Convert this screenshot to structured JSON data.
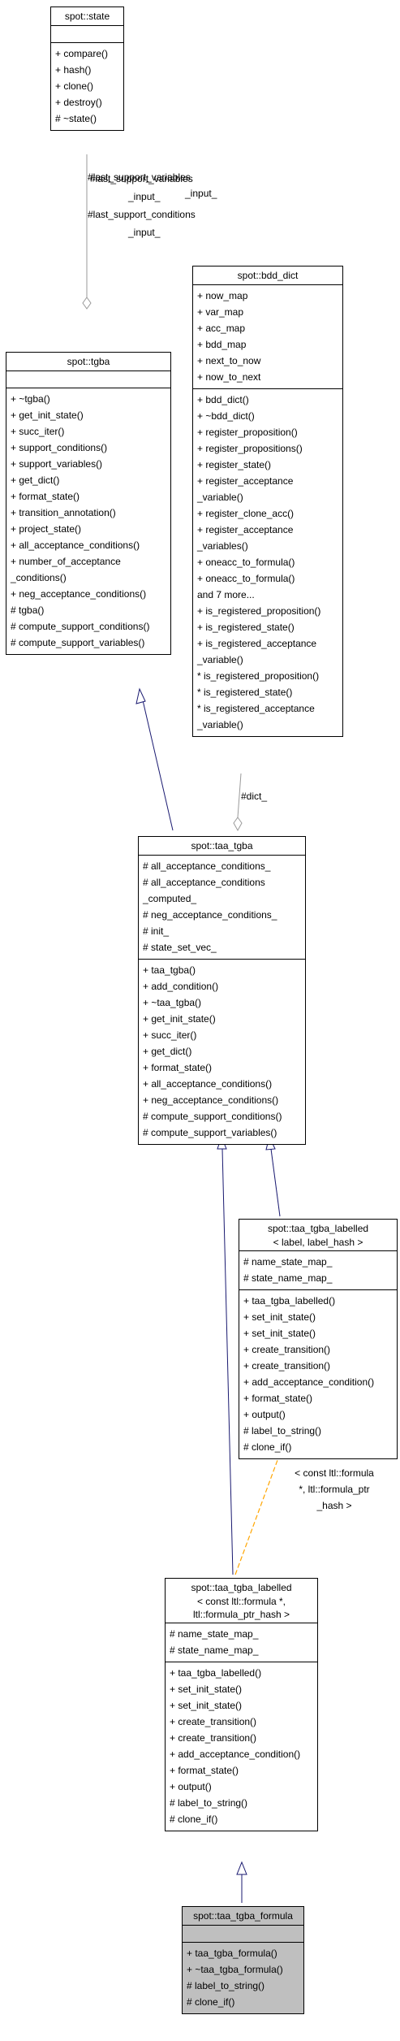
{
  "classes": {
    "spot_state": {
      "title": "spot::state",
      "attributes": [],
      "methods": [
        "+ compare()",
        "+ hash()",
        "+ clone()",
        "+ destroy()",
        "# ~state()"
      ]
    },
    "spot_bdd_dict": {
      "title": "spot::bdd_dict",
      "attributes": [
        "+ now_map",
        "+ var_map",
        "+ acc_map",
        "+ bdd_map",
        "+ next_to_now",
        "+ now_to_next"
      ],
      "methods": [
        "+ bdd_dict()",
        "+ ~bdd_dict()",
        "+ register_proposition()",
        "+ register_propositions()",
        "+ register_state()",
        "+ register_acceptance",
        "_variable()",
        "+ register_clone_acc()",
        "+ register_acceptance",
        "_variables()",
        "+ oneacc_to_formula()",
        "+ oneacc_to_formula()",
        "and 7 more...",
        "+ is_registered_proposition()",
        "+ is_registered_state()",
        "+ is_registered_acceptance",
        "_variable()",
        "* is_registered_proposition()",
        "* is_registered_state()",
        "* is_registered_acceptance",
        "_variable()"
      ]
    },
    "spot_tgba": {
      "title": "spot::tgba",
      "attributes": [],
      "methods": [
        "+ ~tgba()",
        "+ get_init_state()",
        "+ succ_iter()",
        "+ support_conditions()",
        "+ support_variables()",
        "+ get_dict()",
        "+ format_state()",
        "+ transition_annotation()",
        "+ project_state()",
        "+ all_acceptance_conditions()",
        "+ number_of_acceptance",
        "_conditions()",
        "+ neg_acceptance_conditions()",
        "# tgba()",
        "# compute_support_conditions()",
        "# compute_support_variables()"
      ]
    },
    "spot_taa_tgba": {
      "title": "spot::taa_tgba",
      "attributes": [
        "# all_acceptance_conditions_",
        "# all_acceptance_conditions",
        "_computed_",
        "# neg_acceptance_conditions_",
        "# init_",
        "# state_set_vec_"
      ],
      "methods": [
        "+ taa_tgba()",
        "+ add_condition()",
        "+ ~taa_tgba()",
        "+ get_init_state()",
        "+ succ_iter()",
        "+ get_dict()",
        "+ format_state()",
        "+ all_acceptance_conditions()",
        "+ neg_acceptance_conditions()",
        "# compute_support_conditions()",
        "# compute_support_variables()"
      ]
    },
    "spot_taa_tgba_labelled_generic": {
      "title": "spot::taa_tgba_labelled",
      "subtitle": "< label, label_hash >",
      "attributes": [
        "# name_state_map_",
        "# state_name_map_"
      ],
      "methods": [
        "+ taa_tgba_labelled()",
        "+ set_init_state()",
        "+ set_init_state()",
        "+ create_transition()",
        "+ create_transition()",
        "+ add_acceptance_condition()",
        "+ format_state()",
        "+ output()",
        "# label_to_string()",
        "# clone_if()"
      ]
    },
    "spot_taa_tgba_labelled_ltl": {
      "title": "spot::taa_tgba_labelled",
      "subtitle": "< const ltl::formula *,",
      "subtitle2": "ltl::formula_ptr_hash >",
      "attributes": [
        "# name_state_map_",
        "# state_name_map_"
      ],
      "methods": [
        "+ taa_tgba_labelled()",
        "+ set_init_state()",
        "+ set_init_state()",
        "+ create_transition()",
        "+ create_transition()",
        "+ add_acceptance_condition()",
        "+ format_state()",
        "+ output()",
        "# label_to_string()",
        "# clone_if()"
      ]
    },
    "spot_taa_tgba_formula": {
      "title": "spot::taa_tgba_formula",
      "attributes": [],
      "methods": [
        "+ taa_tgba_formula()",
        "+ ~taa_tgba_formula()",
        "# label_to_string()",
        "# clone_if()"
      ]
    }
  },
  "edge_labels": {
    "state_to_tgba": [
      "#last_support_variables",
      "_input_",
      "#last_support_conditions",
      "_input_"
    ],
    "bdd_dict_to_taa": [
      "#dict_"
    ],
    "template_binding": [
      "< const ltl::formula",
      "*, ltl::formula_ptr",
      "_hash >"
    ]
  },
  "colors": {
    "inheritance": "#191970",
    "template": "#ffa500",
    "association": "#9a9a9a",
    "highlight_fill": "#bfbfbf"
  }
}
